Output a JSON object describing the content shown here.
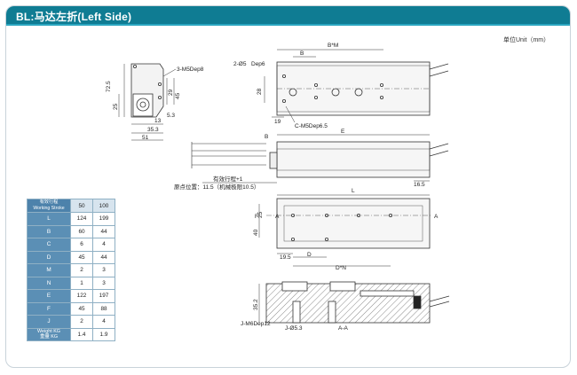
{
  "header": {
    "title": "BL:马达左折(Left Side)"
  },
  "unit_label": "单位Unit（mm）",
  "side_view": {
    "hole_label": "3-M5Dep8",
    "dims": [
      "72.5",
      "25",
      "45",
      "29",
      "13",
      "5.3",
      "35.3",
      "51"
    ]
  },
  "top_view": {
    "length_label": "B*M",
    "hole_label": "2-Ø5",
    "hole_label_suffix": "Dep6",
    "dims": [
      "B",
      "28",
      "19",
      "C-M5Dep6.5"
    ]
  },
  "front_view": {
    "dims": [
      "B",
      "E",
      "16.5",
      "L"
    ],
    "stroke_label": "有效行程+1",
    "origin_label": "原点位置：11.5（机械极限10.5）"
  },
  "plan_view": {
    "dims": [
      "25",
      "F",
      "40",
      "A",
      "A",
      "19.5",
      "D",
      "D*N"
    ]
  },
  "section_view": {
    "dims": [
      "35.2",
      "J-M6Dep12",
      "J-Ø5.3",
      "A-A"
    ]
  },
  "spec_table": {
    "header": [
      "有效行程\nWorking Stroke",
      "50",
      "100"
    ],
    "rows": [
      [
        "L",
        "124",
        "199"
      ],
      [
        "B",
        "60",
        "44"
      ],
      [
        "C",
        "6",
        "4"
      ],
      [
        "D",
        "45",
        "44"
      ],
      [
        "M",
        "2",
        "3"
      ],
      [
        "N",
        "1",
        "3"
      ],
      [
        "E",
        "122",
        "197"
      ],
      [
        "F",
        "45",
        "88"
      ],
      [
        "J",
        "2",
        "4"
      ],
      [
        "Weight KG\n重量  KG",
        "1.4",
        "1.9"
      ]
    ]
  },
  "colors": {
    "header_bg": "#0f7c93",
    "table_label_bg": "#5b8fb5",
    "table_border": "#8fb0c4"
  }
}
